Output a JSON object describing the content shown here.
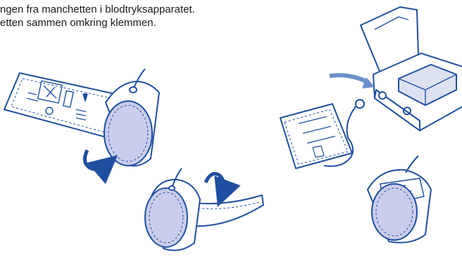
{
  "instructions": {
    "line_1": "ngen fra manchetten i blodtryksapparatet.",
    "line_2": "etten sammen omkring klemmen."
  },
  "palette": {
    "outline": "#1f4fa0",
    "cuff_fill": "#ffffff",
    "roll_face": "#c9cdeb",
    "device_screen": "#dde2f3",
    "arrow": "#6b8fc9",
    "text": "#1a1a1a"
  },
  "illustrations": [
    "cuff-unroll-illustration",
    "cuff-roll-illustration",
    "monitor-connect-illustration",
    "cuff-rolled-clamp-illustration"
  ]
}
